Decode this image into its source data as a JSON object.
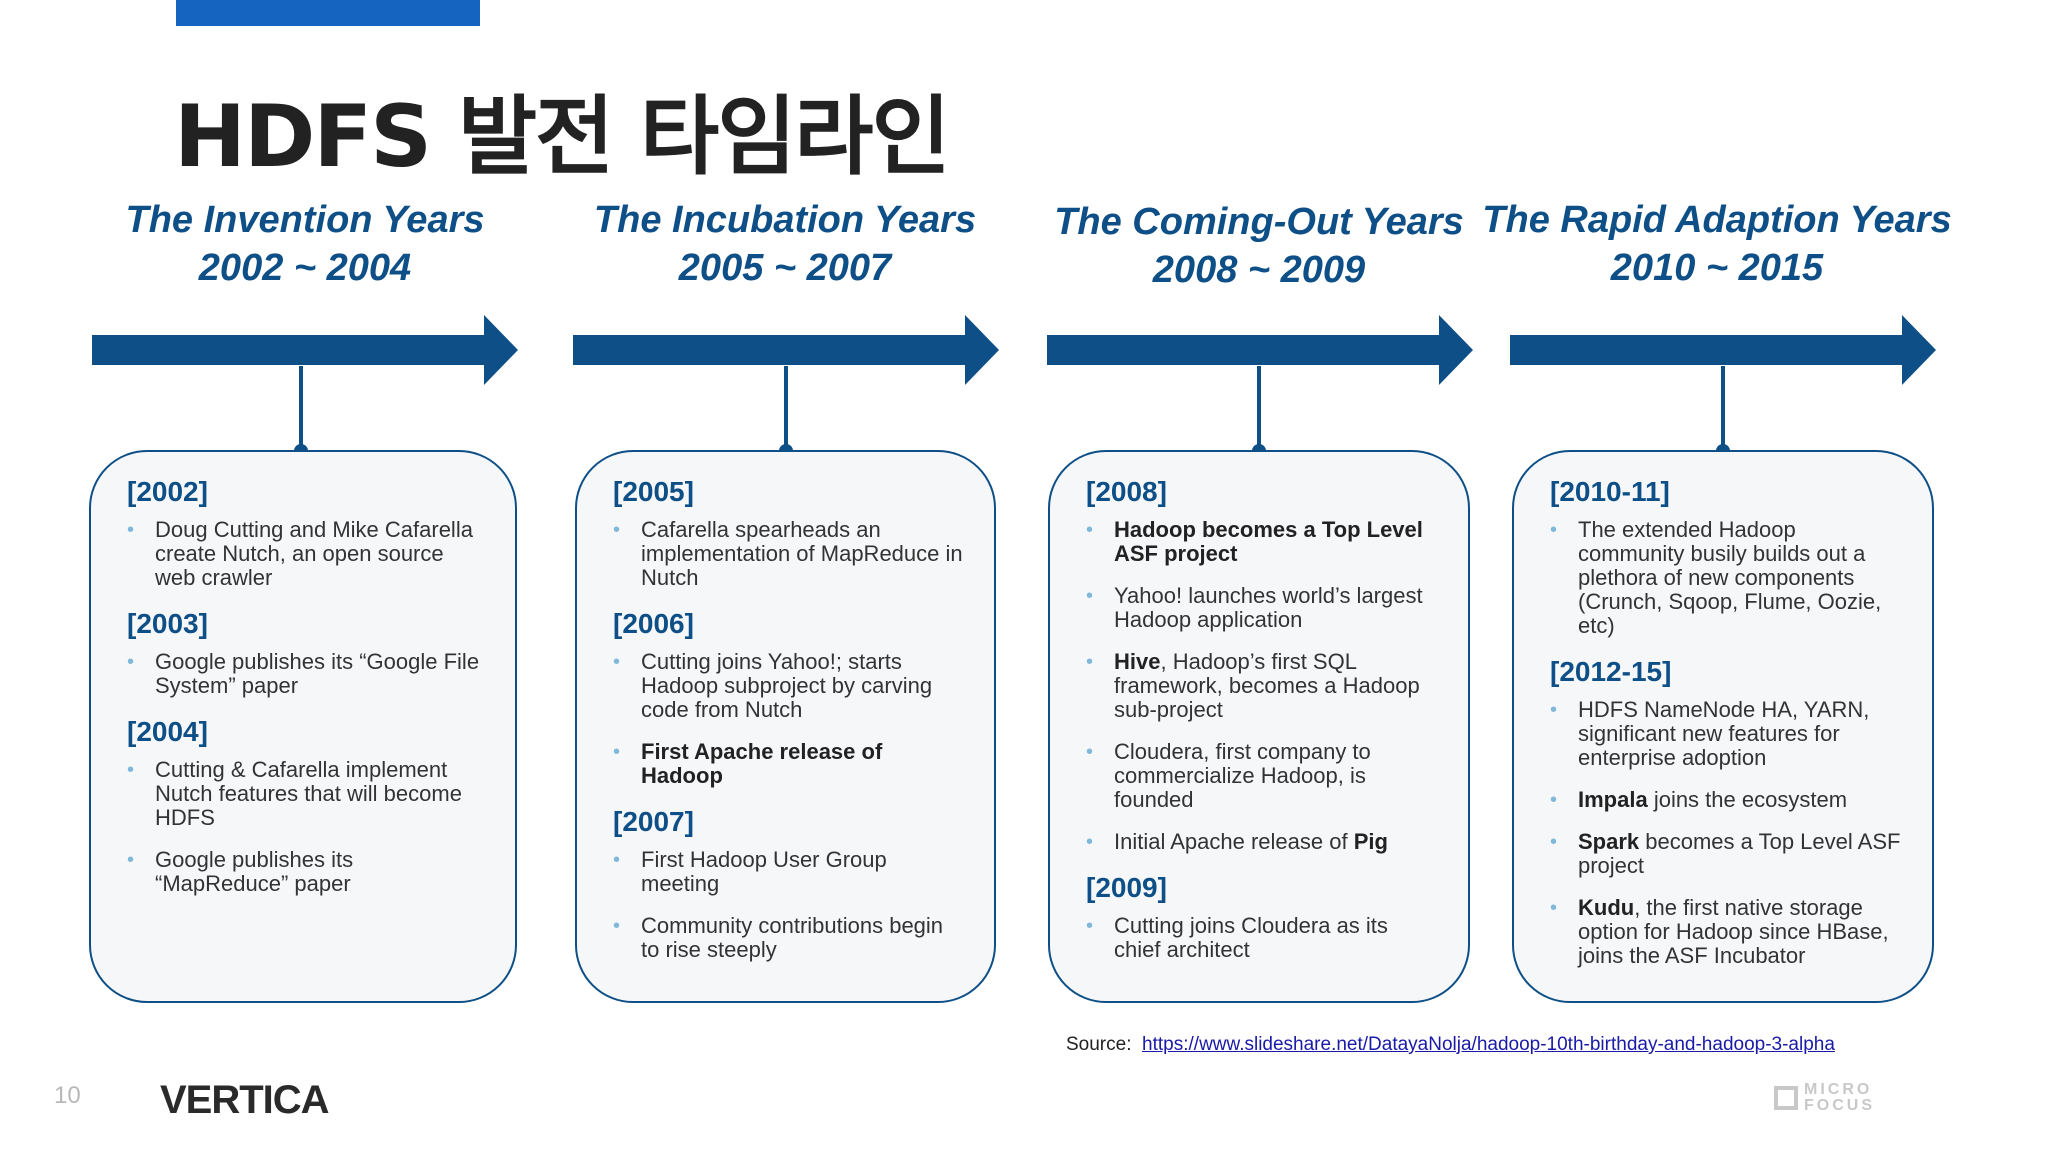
{
  "slide": {
    "title": "HDFS 발전 타임라인",
    "page_number": "10",
    "logo": "VERTICA",
    "partner_logo": [
      "MICRO",
      "FOCUS"
    ],
    "accent_color": "#1565c0",
    "timeline_color": "#0d4f86"
  },
  "eras": [
    {
      "name": "The Invention Years",
      "range": "2002 ~ 2004"
    },
    {
      "name": "The Incubation Years",
      "range": "2005 ~ 2007"
    },
    {
      "name": "The Coming-Out Years",
      "range": "2008 ~ 2009"
    },
    {
      "name": "The Rapid Adaption Years",
      "range": "2010 ~ 2015"
    }
  ],
  "cards": [
    {
      "sections": [
        {
          "year": "[2002]",
          "items": [
            {
              "bold": "",
              "text": "Doug Cutting and Mike Cafarella create Nutch, an open source web crawler"
            }
          ]
        },
        {
          "year": "[2003]",
          "items": [
            {
              "bold": "",
              "text": "Google publishes its “Google File System” paper"
            }
          ]
        },
        {
          "year": "[2004]",
          "items": [
            {
              "bold": "",
              "text": "Cutting & Cafarella implement Nutch features that will become HDFS"
            },
            {
              "bold": "",
              "text": "Google publishes its “MapReduce” paper"
            }
          ]
        }
      ]
    },
    {
      "sections": [
        {
          "year": "[2005]",
          "items": [
            {
              "bold": "",
              "text": "Cafarella spearheads an implementation of MapReduce in Nutch"
            }
          ]
        },
        {
          "year": "[2006]",
          "items": [
            {
              "bold": "",
              "text": "Cutting joins Yahoo!; starts Hadoop subproject by carving code from Nutch"
            },
            {
              "bold": "First Apache release of Hadoop",
              "text": ""
            }
          ]
        },
        {
          "year": "[2007]",
          "items": [
            {
              "bold": "",
              "text": "First Hadoop User Group meeting"
            },
            {
              "bold": "",
              "text": "Community contributions begin to rise steeply"
            }
          ]
        }
      ]
    },
    {
      "sections": [
        {
          "year": "[2008]",
          "items": [
            {
              "bold": "Hadoop becomes a Top Level ASF project",
              "text": ""
            },
            {
              "bold": "",
              "text": "Yahoo! launches world’s largest Hadoop application"
            },
            {
              "bold": "Hive",
              "text": ", Hadoop’s first SQL framework, becomes a Hadoop sub-project"
            },
            {
              "bold": "",
              "text": "Cloudera, first company to commercialize Hadoop, is founded"
            },
            {
              "bold": "",
              "text": "Initial Apache release of ",
              "bold_after": "Pig"
            }
          ]
        },
        {
          "year": "[2009]",
          "items": [
            {
              "bold": "",
              "text": "Cutting joins Cloudera as its chief architect"
            }
          ]
        }
      ]
    },
    {
      "sections": [
        {
          "year": "[2010-11]",
          "items": [
            {
              "bold": "",
              "text": "The extended Hadoop community busily builds out a plethora of new components (Crunch, Sqoop, Flume, Oozie, etc)"
            }
          ]
        },
        {
          "year": "[2012-15]",
          "items": [
            {
              "bold": "",
              "text": "HDFS NameNode HA, YARN, significant new features for enterprise adoption"
            },
            {
              "bold": "Impala",
              "text": " joins the ecosystem"
            },
            {
              "bold": "Spark",
              "text": " becomes a Top Level ASF project"
            },
            {
              "bold": "Kudu",
              "text": ", the first native storage option for Hadoop since HBase, joins the ASF Incubator"
            }
          ]
        }
      ]
    }
  ],
  "source": {
    "label": "Source:",
    "url": "https://www.slideshare.net/DatayaNolja/hadoop-10th-birthday-and-hadoop-3-alpha"
  }
}
